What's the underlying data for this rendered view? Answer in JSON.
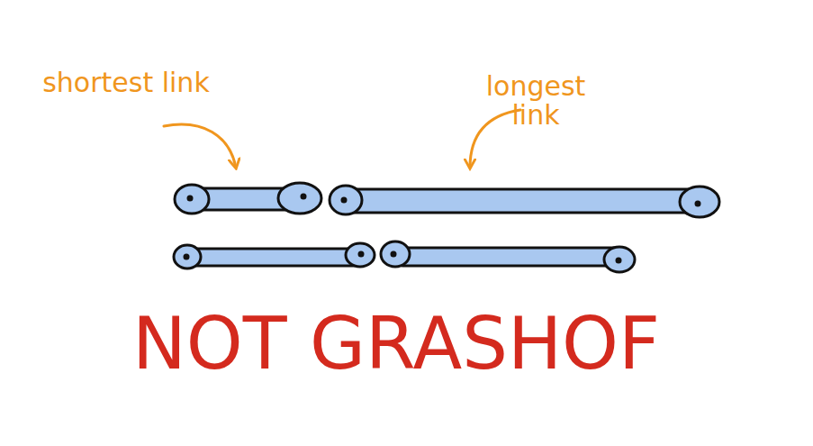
{
  "diagram": {
    "labels": [
      "shortest link",
      "longest link",
      "NOT GRASHOF"
    ]
  }
}
